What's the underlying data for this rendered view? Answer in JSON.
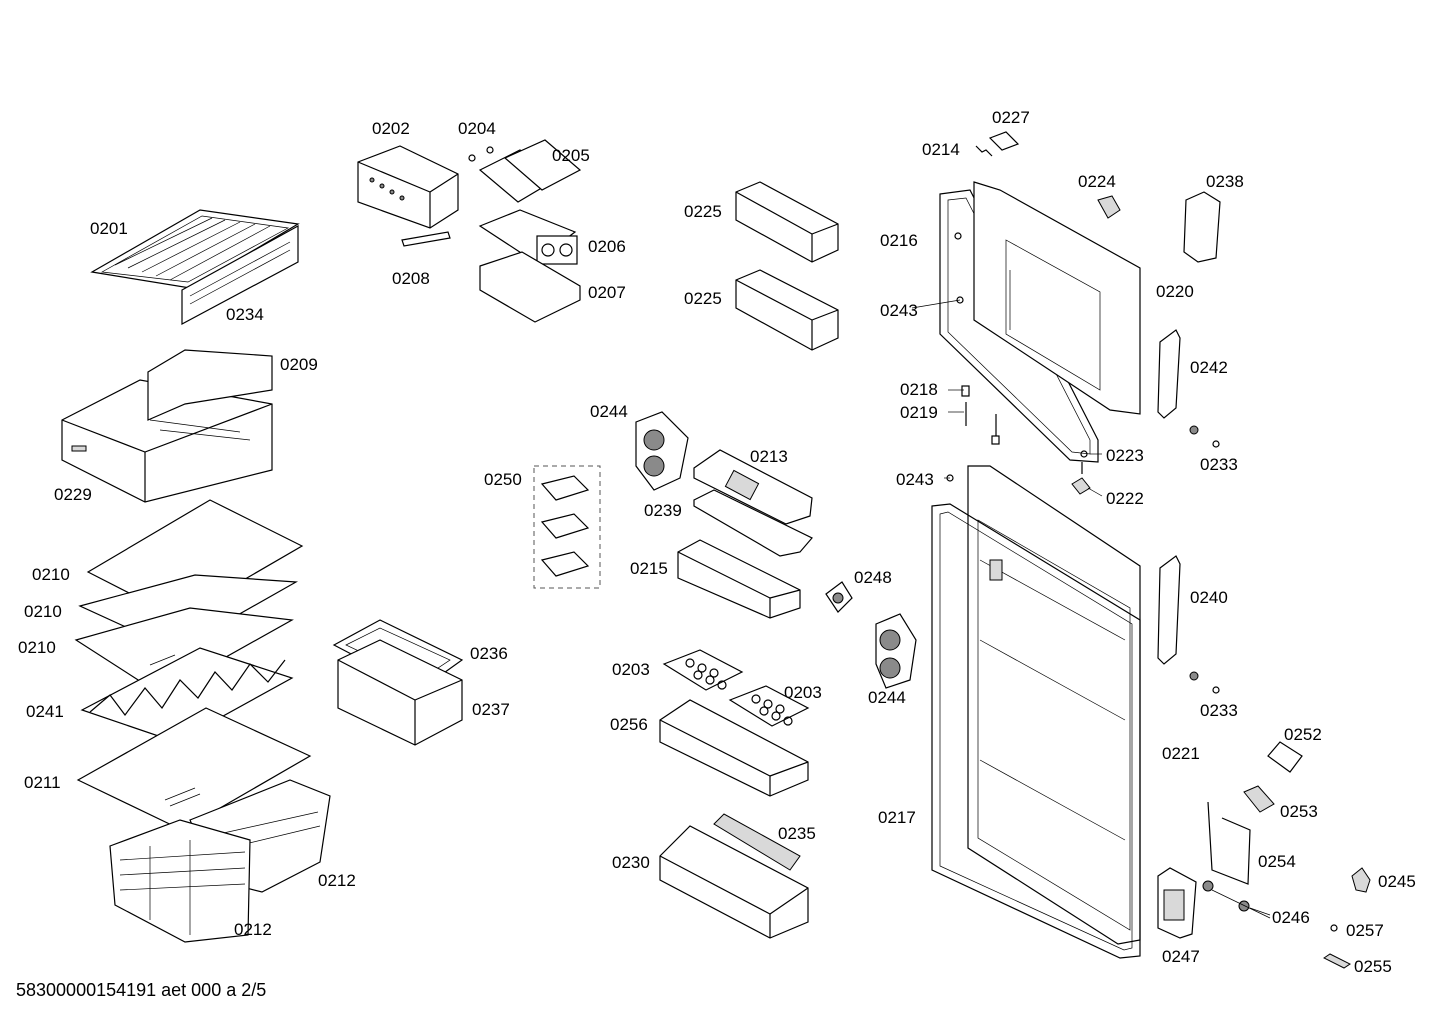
{
  "document_id": "58300000154191 aet 000 a 2/5",
  "labels": {
    "l0201": "0201",
    "l0202": "0202",
    "l0203a": "0203",
    "l0203b": "0203",
    "l0204": "0204",
    "l0205": "0205",
    "l0206": "0206",
    "l0207": "0207",
    "l0208": "0208",
    "l0209": "0209",
    "l0210a": "0210",
    "l0210b": "0210",
    "l0210c": "0210",
    "l0211": "0211",
    "l0212a": "0212",
    "l0212b": "0212",
    "l0213": "0213",
    "l0214": "0214",
    "l0215": "0215",
    "l0216": "0216",
    "l0217": "0217",
    "l0218": "0218",
    "l0219": "0219",
    "l0220": "0220",
    "l0221": "0221",
    "l0222": "0222",
    "l0223": "0223",
    "l0224": "0224",
    "l0225a": "0225",
    "l0225b": "0225",
    "l0227": "0227",
    "l0229": "0229",
    "l0230": "0230",
    "l0233a": "0233",
    "l0233b": "0233",
    "l0234": "0234",
    "l0235": "0235",
    "l0236": "0236",
    "l0237": "0237",
    "l0238": "0238",
    "l0239": "0239",
    "l0240": "0240",
    "l0241": "0241",
    "l0242": "0242",
    "l0243a": "0243",
    "l0243b": "0243",
    "l0244a": "0244",
    "l0244b": "0244",
    "l0245": "0245",
    "l0246": "0246",
    "l0247": "0247",
    "l0248": "0248",
    "l0250": "0250",
    "l0252": "0252",
    "l0253": "0253",
    "l0254": "0254",
    "l0255": "0255",
    "l0256": "0256",
    "l0257": "0257"
  }
}
